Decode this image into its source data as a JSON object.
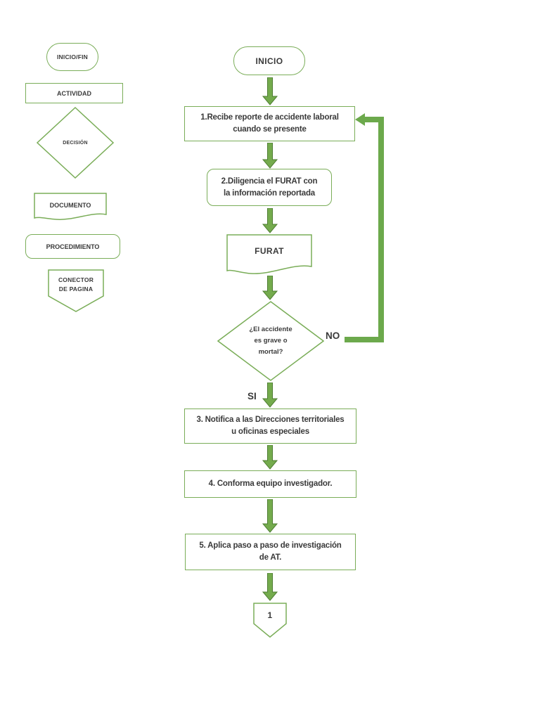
{
  "colors": {
    "shape_border": "#7aad58",
    "arrow_fill": "#74ab4d",
    "arrow_stroke": "#4e7d32",
    "loop_line": "#6ca94c",
    "text": "#3a3a3a",
    "background": "#ffffff"
  },
  "legend": {
    "items": [
      {
        "shape": "terminator",
        "label": "INICIO/FIN"
      },
      {
        "shape": "process",
        "label": "ACTIVIDAD"
      },
      {
        "shape": "decision",
        "label": "DECISIÓN"
      },
      {
        "shape": "document",
        "label": "DOCUMENTO"
      },
      {
        "shape": "procedure",
        "label": "PROCEDIMIENTO"
      },
      {
        "shape": "page-connector",
        "line1": "CONECTOR",
        "line2": "DE PAGINA"
      }
    ]
  },
  "flow": {
    "start_label": "INICIO",
    "step1": {
      "line1": "1.Recibe reporte de accidente laboral",
      "line2": "cuando se presente"
    },
    "step2": {
      "line1": "2.Diligencia el FURAT con",
      "line2": "la información reportada"
    },
    "document_label": "FURAT",
    "decision": {
      "line1": "¿El accidente",
      "line2": "es grave o",
      "line3": "mortal?"
    },
    "no_label": "NO",
    "si_label": "SI",
    "step3": {
      "line1": "3. Notifica a las Direcciones territoriales",
      "line2": "u oficinas especiales"
    },
    "step4": {
      "line1": "4. Conforma equipo investigador."
    },
    "step5": {
      "line1": "5. Aplica paso a paso de investigación",
      "line2": "de AT."
    },
    "page_connector_label": "1"
  }
}
